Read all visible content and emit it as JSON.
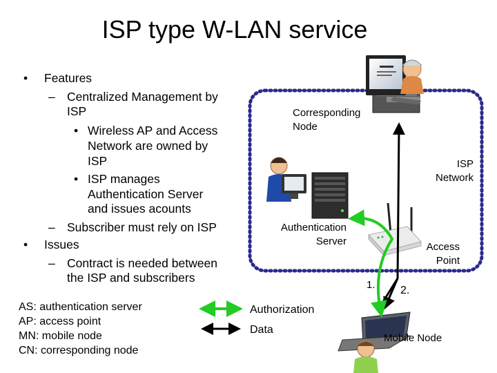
{
  "title": "ISP type W-LAN service",
  "bullets": {
    "features": "Features",
    "centralized": "Centralized Management by",
    "centralized_2": "ISP",
    "owned": "Wireless AP and Access",
    "owned_2": "Network are owned by",
    "owned_3": "ISP",
    "manages": "ISP manages",
    "manages_2": "Authentication Server",
    "manages_3": "and issues acounts",
    "rely": "Subscriber must rely on ISP",
    "issues": "Issues",
    "contract": "Contract is needed between",
    "contract_2": "the ISP and subscribers"
  },
  "abbreviations": [
    "AS: authentication server",
    "AP: access point",
    "MN: mobile node",
    "CN: corresponding node"
  ],
  "legend": {
    "authorization": "Authorization",
    "data": "Data",
    "authorization_color": "#22cc22",
    "data_color": "#000000"
  },
  "diagram": {
    "corresponding_node": [
      "Corresponding",
      "Node"
    ],
    "isp_network": [
      "ISP",
      "Network"
    ],
    "authentication_server": [
      "Authentication",
      "Server"
    ],
    "access_point": [
      "Access",
      "Point"
    ],
    "step_1": "1.",
    "step_2": "2.",
    "mobile_node": "Mobile Node",
    "network_border_color": "#2a2a8c"
  }
}
